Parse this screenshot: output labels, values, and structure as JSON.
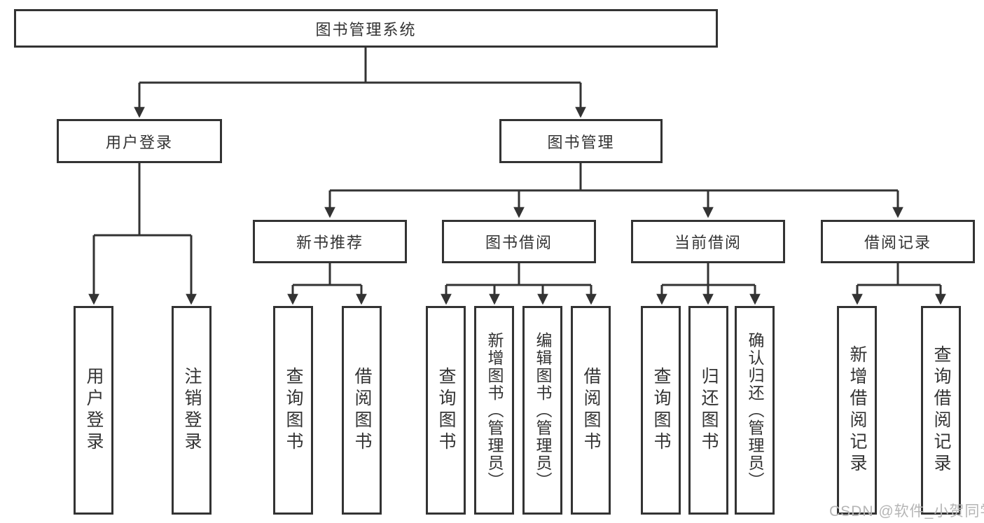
{
  "diagram": {
    "root": {
      "label": "图书管理系统"
    },
    "level2": {
      "user_login": {
        "label": "用户登录"
      },
      "book_mgmt": {
        "label": "图书管理"
      }
    },
    "level3": {
      "new_book_rec": {
        "label": "新书推荐"
      },
      "book_borrow": {
        "label": "图书借阅"
      },
      "current_borrow": {
        "label": "当前借阅"
      },
      "borrow_records": {
        "label": "借阅记录"
      }
    },
    "leaves": {
      "user_login": {
        "label": "用户登录"
      },
      "logout": {
        "label": "注销登录"
      },
      "rec_query_books": {
        "label": "查询图书"
      },
      "rec_borrow_books": {
        "label": "借阅图书"
      },
      "bor_query_books": {
        "label": "查询图书"
      },
      "bor_add_book": {
        "label": "新增图书（管理员）"
      },
      "bor_edit_book": {
        "label": "编辑图书（管理员）"
      },
      "bor_borrow_books": {
        "label": "借阅图书"
      },
      "cur_query_books": {
        "label": "查询图书"
      },
      "cur_return_book": {
        "label": "归还图书"
      },
      "cur_confirm_return": {
        "label": "确认归还（管理员）"
      },
      "log_add_record": {
        "label": "新增借阅记录"
      },
      "log_query_record": {
        "label": "查询借阅记录"
      }
    },
    "watermark": "CSDN @软件_小贺同学",
    "colors": {
      "line": "#333333",
      "text": "#333333",
      "background": "#ffffff",
      "watermark": "#b5b5b5"
    }
  }
}
